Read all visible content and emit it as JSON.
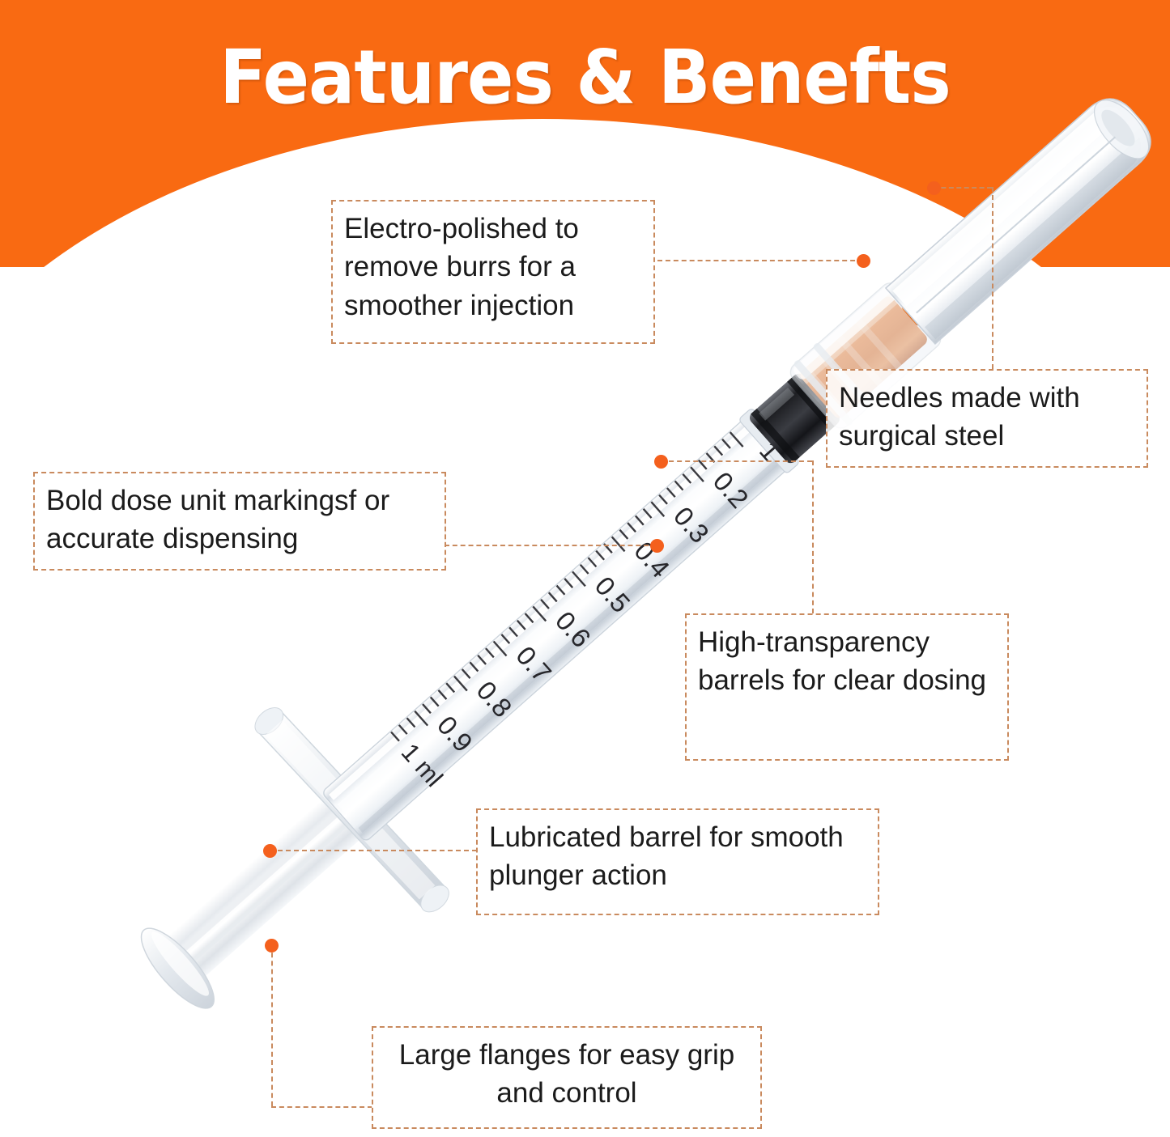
{
  "page": {
    "title": "Features & Benefts",
    "background_color": "#ffffff",
    "accent_color": "#f96a12",
    "dot_color": "#f4601d",
    "dash_border_color": "#c98a5e",
    "text_color": "#1b1b1b"
  },
  "banner": {
    "heading": "Features & Benefts",
    "background_color": "#f96a12",
    "heading_color": "#ffffff"
  },
  "product": {
    "name": "1 ml disposable syringe with needle",
    "volume_label": "1 ml",
    "barrel_scale_units": "ml",
    "barrel_scale_labels": [
      "0.2",
      "0.3",
      "0.4",
      "0.5",
      "0.6",
      "0.7",
      "0.8",
      "0.9",
      "1 ml"
    ],
    "parts": [
      "needle-cap",
      "needle-hub",
      "barrel",
      "plunger-stopper",
      "plunger-rod",
      "flange",
      "thumb-pad"
    ],
    "hub_color": "#e8782c",
    "stopper_color": "#2b2b2e",
    "barrel_color": "#e9edf1"
  },
  "callouts": [
    {
      "id": "electro-polished",
      "text": "Electro-polished to remove burrs for a smoother injection",
      "align": "left"
    },
    {
      "id": "surgical-steel",
      "text": "Needles made with surgical steel",
      "align": "left"
    },
    {
      "id": "dose-markings",
      "text": "Bold dose unit markingsf or accurate dispensing",
      "align": "left"
    },
    {
      "id": "high-transparency",
      "text": "High-transparency barrels for clear dosing",
      "align": "left"
    },
    {
      "id": "lubricated-barrel",
      "text": "Lubricated barrel for smooth plunger action",
      "align": "left"
    },
    {
      "id": "large-flanges",
      "text": "Large flanges for easy grip and control",
      "align": "center"
    }
  ]
}
